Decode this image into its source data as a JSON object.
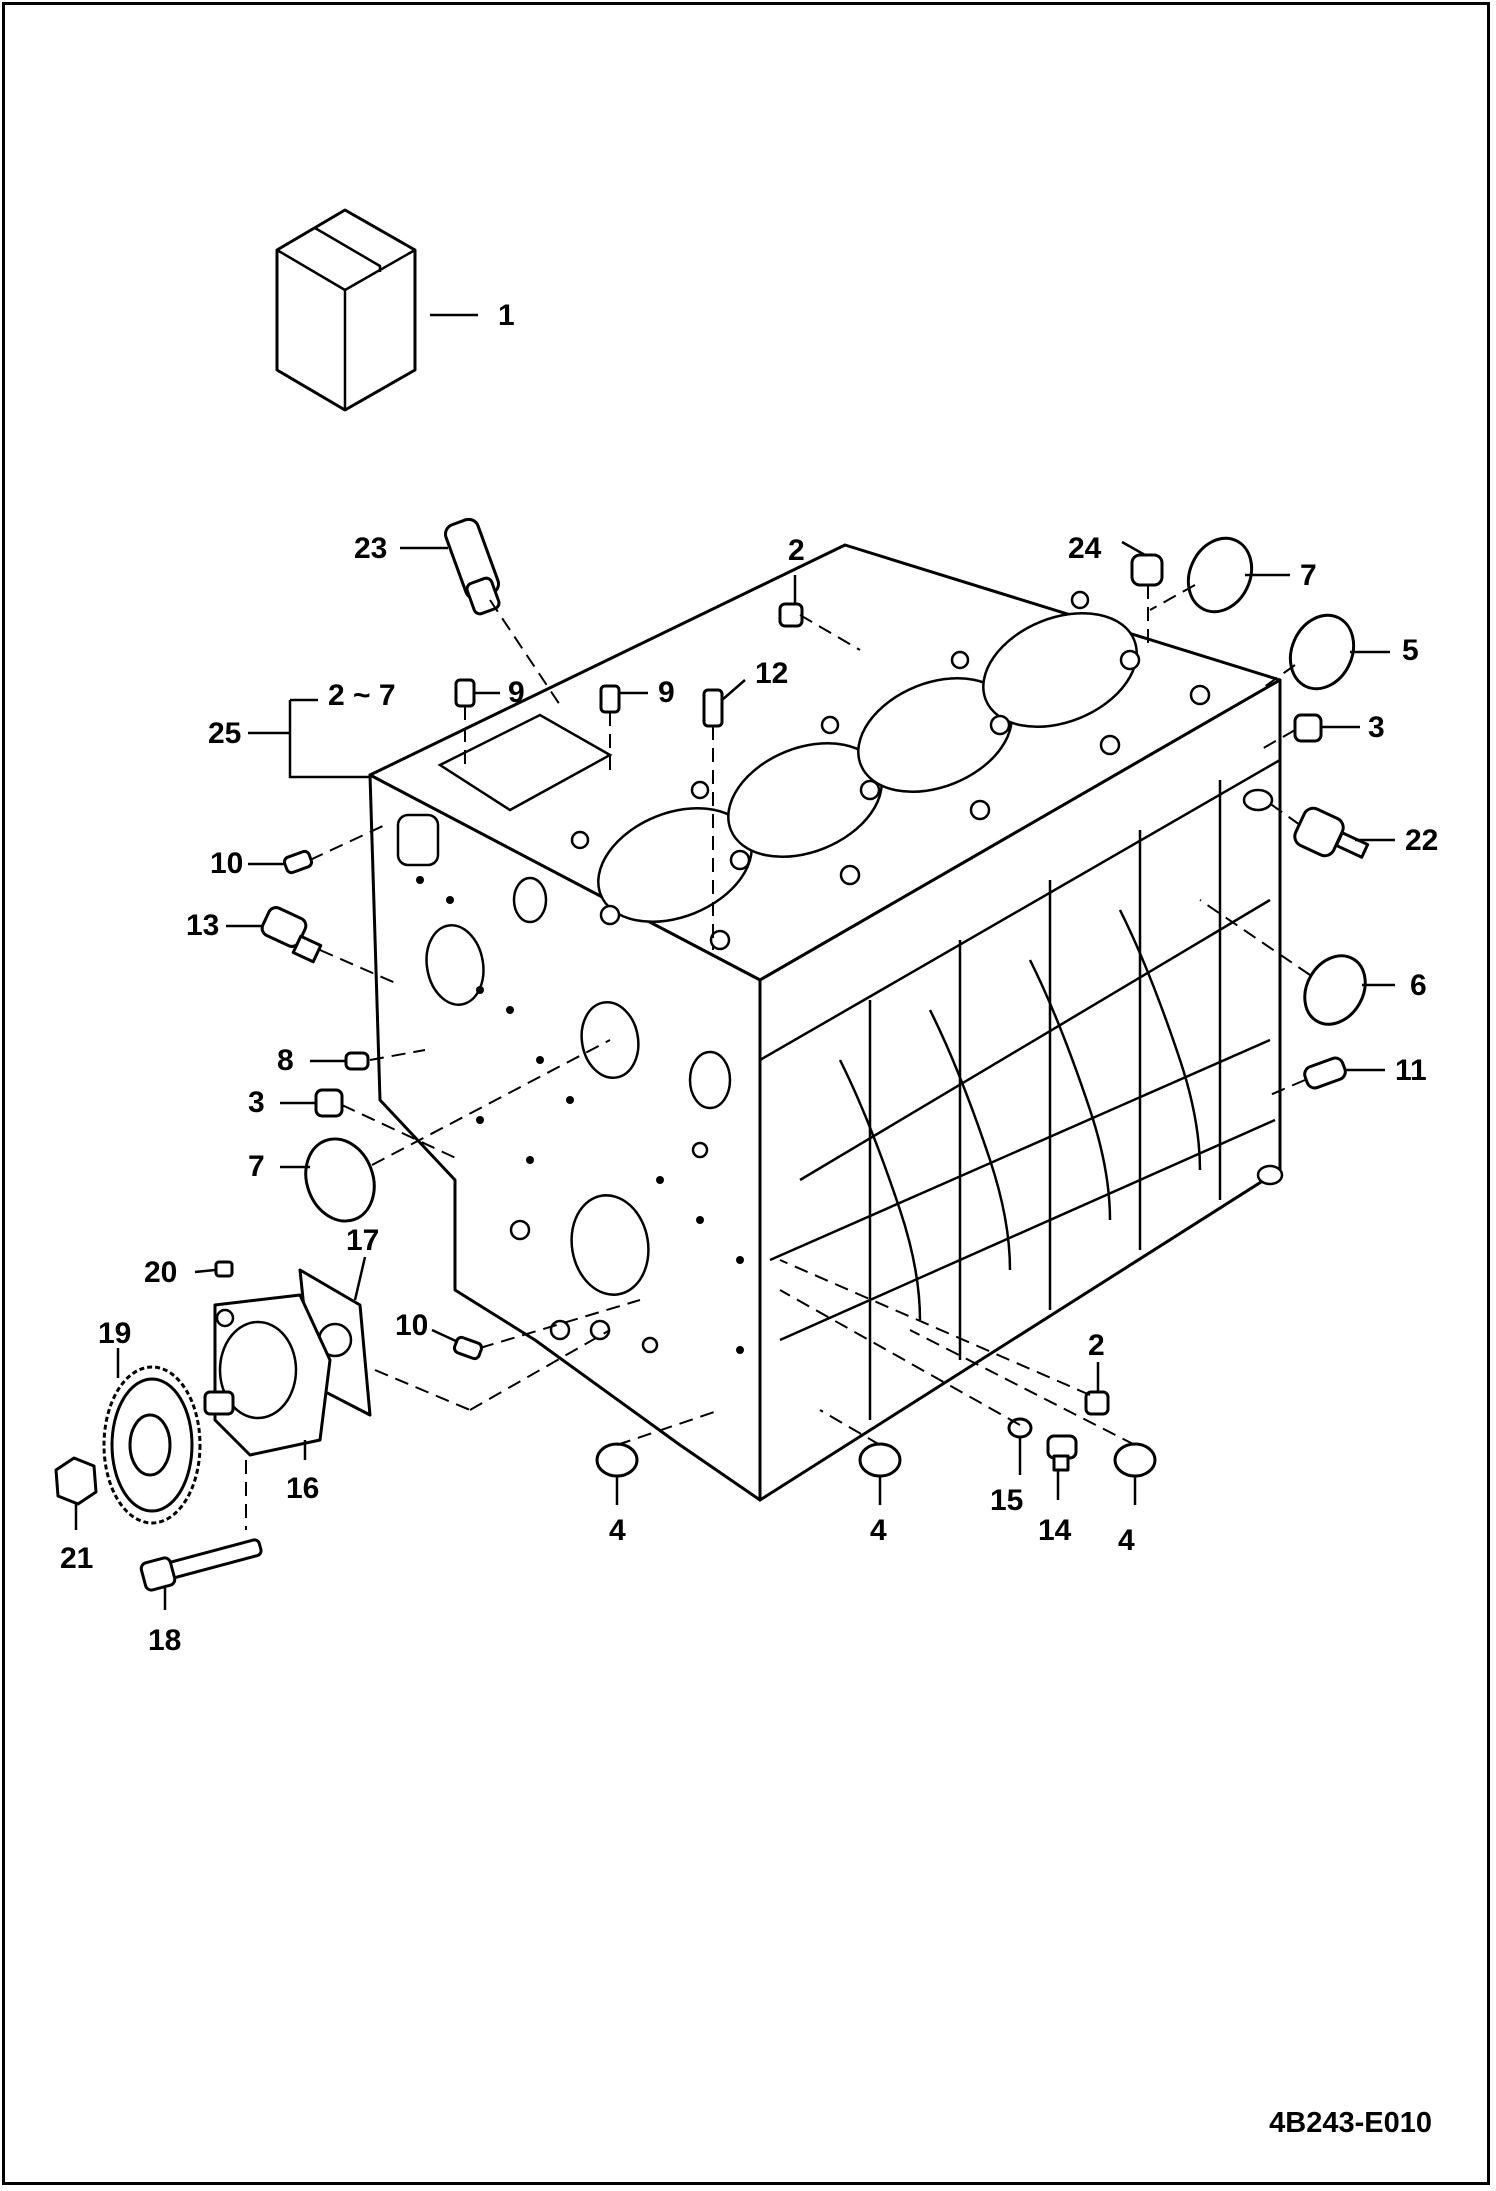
{
  "diagram": {
    "reference_code": "4B243-E010",
    "callouts": [
      {
        "id": "c1",
        "text": "1"
      },
      {
        "id": "c2a",
        "text": "2"
      },
      {
        "id": "c2b",
        "text": "2"
      },
      {
        "id": "c27",
        "text": "2 ~ 7"
      },
      {
        "id": "c3a",
        "text": "3"
      },
      {
        "id": "c3b",
        "text": "3"
      },
      {
        "id": "c4a",
        "text": "4"
      },
      {
        "id": "c4b",
        "text": "4"
      },
      {
        "id": "c4c",
        "text": "4"
      },
      {
        "id": "c5",
        "text": "5"
      },
      {
        "id": "c6",
        "text": "6"
      },
      {
        "id": "c7a",
        "text": "7"
      },
      {
        "id": "c7b",
        "text": "7"
      },
      {
        "id": "c8",
        "text": "8"
      },
      {
        "id": "c9a",
        "text": "9"
      },
      {
        "id": "c9b",
        "text": "9"
      },
      {
        "id": "c10a",
        "text": "10"
      },
      {
        "id": "c10b",
        "text": "10"
      },
      {
        "id": "c11",
        "text": "11"
      },
      {
        "id": "c12",
        "text": "12"
      },
      {
        "id": "c13",
        "text": "13"
      },
      {
        "id": "c14",
        "text": "14"
      },
      {
        "id": "c15",
        "text": "15"
      },
      {
        "id": "c16",
        "text": "16"
      },
      {
        "id": "c17",
        "text": "17"
      },
      {
        "id": "c18",
        "text": "18"
      },
      {
        "id": "c19",
        "text": "19"
      },
      {
        "id": "c20",
        "text": "20"
      },
      {
        "id": "c21",
        "text": "21"
      },
      {
        "id": "c22",
        "text": "22"
      },
      {
        "id": "c23",
        "text": "23"
      },
      {
        "id": "c24",
        "text": "24"
      },
      {
        "id": "c25",
        "text": "25"
      }
    ]
  }
}
